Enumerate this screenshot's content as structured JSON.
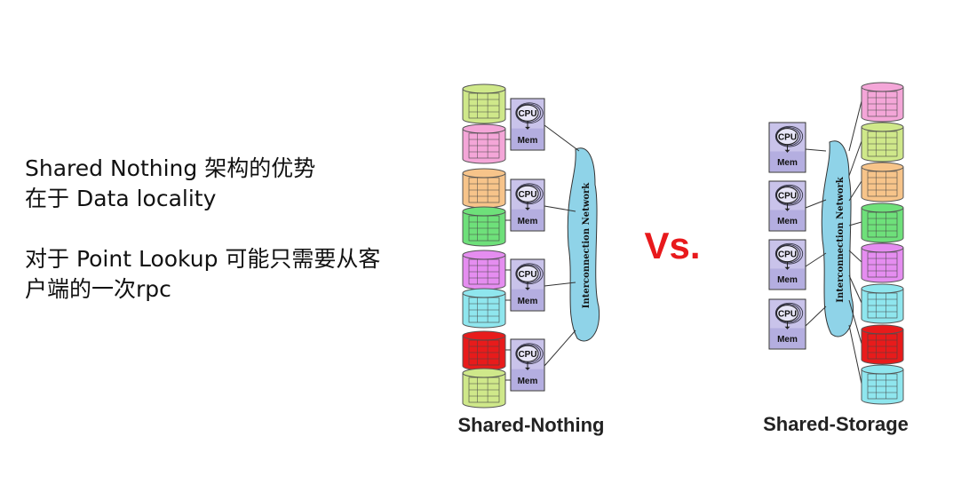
{
  "notes": {
    "para1": "Shared Nothing 架构的优势\n在于 Data locality",
    "para2": "对于 Point Lookup 可能只需要从客\n户端的一次rpc"
  },
  "vs_label": "Vs.",
  "left": {
    "caption": "Shared-Nothing",
    "network_label": "Interconnection Network",
    "cpu_label": "CPU",
    "mem_label": "Mem"
  },
  "right": {
    "caption": "Shared-Storage",
    "network_label": "Interconnection Network",
    "cpu_label": "CPU",
    "mem_label": "Mem"
  },
  "colors": {
    "disk_green": "#cfe88a",
    "disk_pink": "#f4a6d8",
    "disk_orange": "#f7c48a",
    "disk_lightgreen": "#6ee07a",
    "disk_magenta": "#e58df0",
    "disk_cyan": "#8fe6ee",
    "disk_red": "#e81b1b",
    "network": "#8fd3e8",
    "cpu_box": "#c9c3ea",
    "vs": "#e8191c"
  }
}
